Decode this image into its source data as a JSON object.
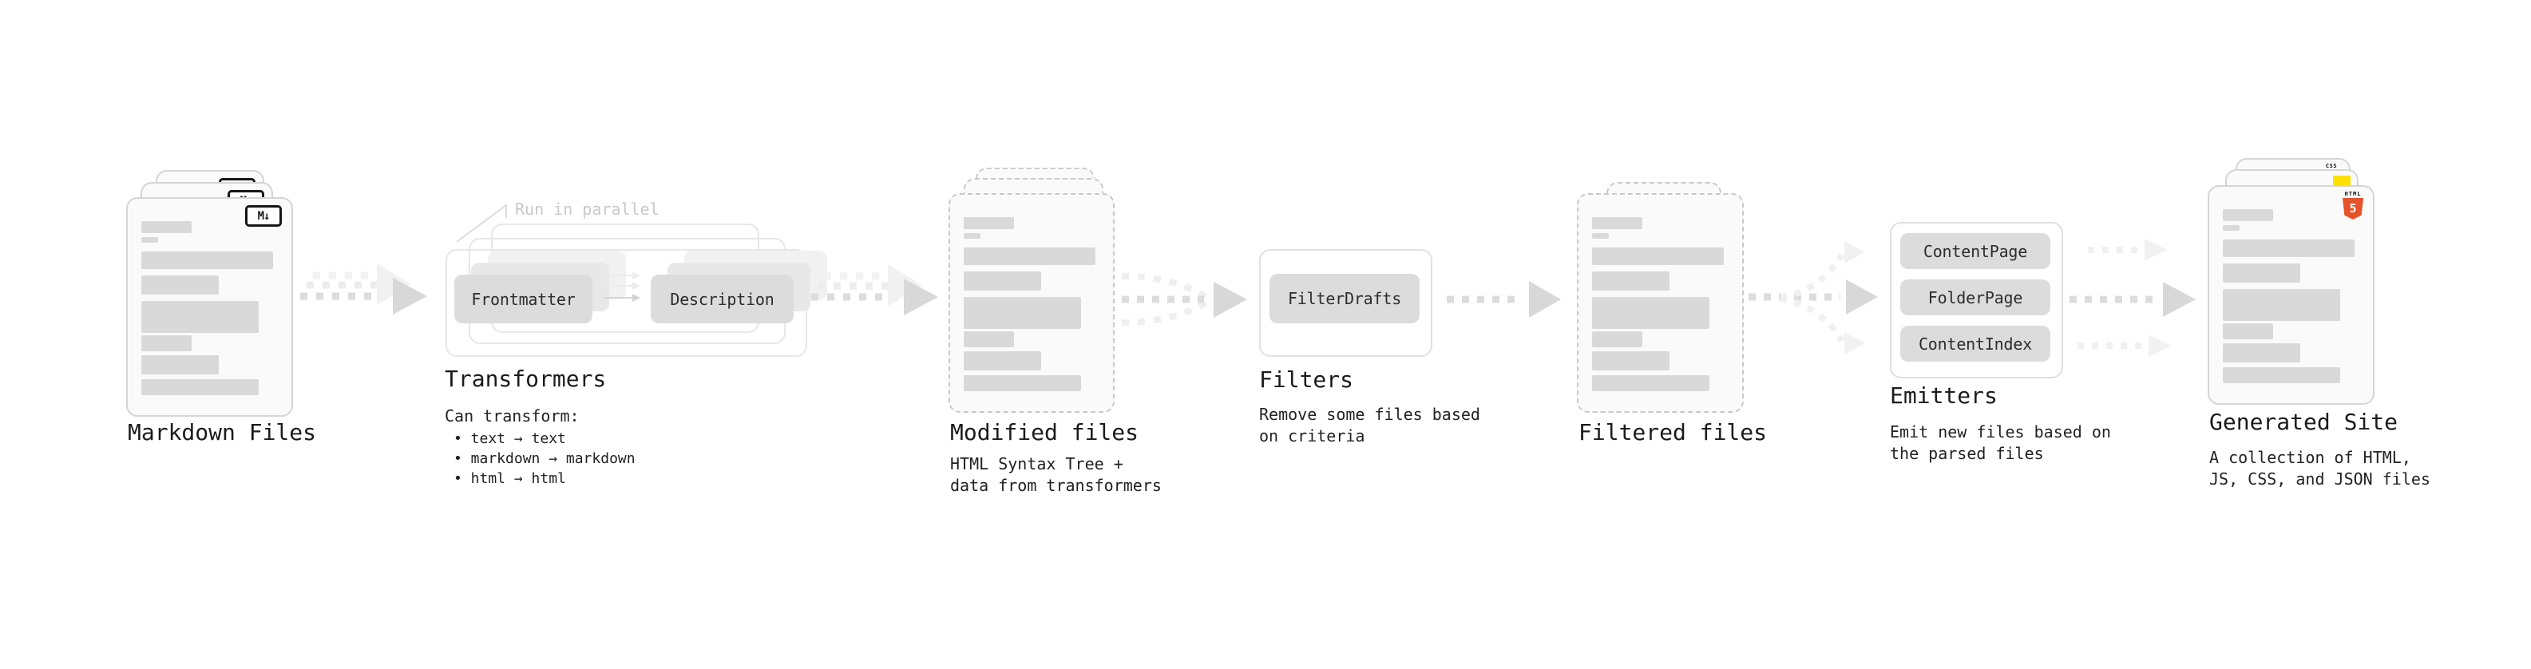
{
  "stages": {
    "markdown_files": {
      "label": "Markdown Files",
      "icon": "M↓"
    },
    "transformers": {
      "heading": "Transformers",
      "note": "Run in parallel",
      "nodes": [
        "Frontmatter",
        "Description"
      ],
      "caption_title": "Can transform:",
      "bullets": [
        "• text → text",
        "• markdown → markdown",
        "• html → html"
      ]
    },
    "modified_files": {
      "heading": "Modified files",
      "caption": [
        "HTML Syntax Tree +",
        "data from transformers"
      ]
    },
    "filters": {
      "heading": "Filters",
      "nodes": [
        "FilterDrafts"
      ],
      "caption": [
        "Remove some files based",
        "on criteria"
      ]
    },
    "filtered_files": {
      "heading": "Filtered files"
    },
    "emitters": {
      "heading": "Emitters",
      "nodes": [
        "ContentPage",
        "FolderPage",
        "ContentIndex"
      ],
      "caption": [
        "Emit new files based on",
        "the parsed files"
      ]
    },
    "generated_site": {
      "heading": "Generated Site",
      "caption": [
        "A collection of HTML,",
        "JS, CSS, and JSON files"
      ],
      "icons": {
        "html5_top": "HTML",
        "html5_number": "5",
        "css": "CSS"
      }
    }
  },
  "colors": {
    "accent_html5": "#e5532a",
    "accent_js": "#ffdf00",
    "accent_css": "#2f6df6",
    "arrow_dark": "#d8d8d8",
    "arrow_light": "#f0f0f0"
  }
}
